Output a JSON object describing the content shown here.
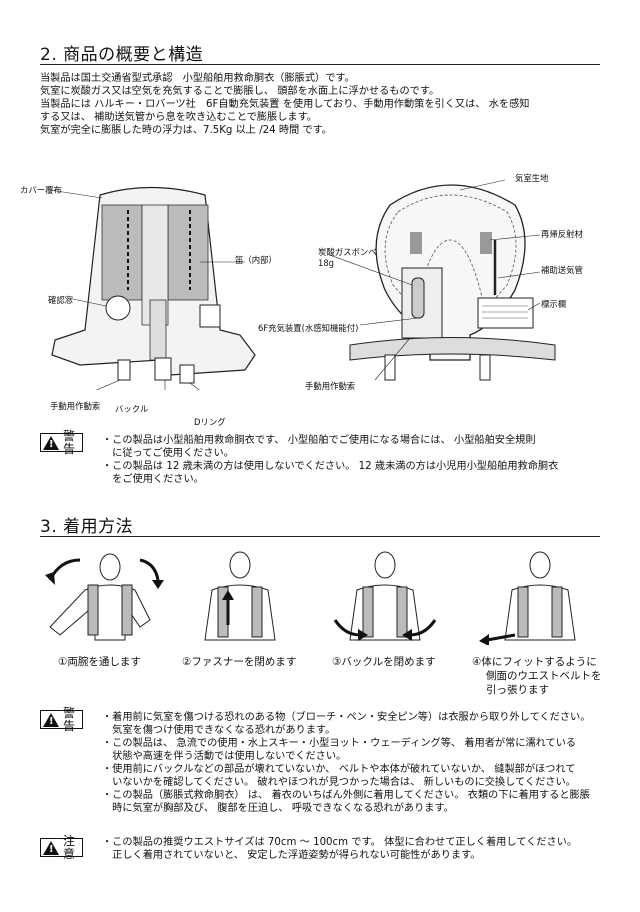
{
  "section2": {
    "title": "2. 商品の概要と構造",
    "intro": [
      "当製品は国土交通省型式承認　小型船舶用救命胴衣（膨脹式）です。",
      "気室に炭酸ガス又は空気を充気することで膨脹し、 頭部を水面上に浮かせるものです。",
      "当製品には ハルキー・ロバーツ社　6F自動充気装置 を使用しており、手動用作動策を引く又は、 水を感知",
      "する又は、 補助送気管から息を吹き込むことで膨脹します。",
      "気室が完全に膨脹した時の浮力は、7.5Kg 以上 /24 時間 です。"
    ],
    "labels": {
      "cover": "カバー覆布",
      "whistle": "笛（内部）",
      "window": "確認窓",
      "pull_left": "手動用作動索",
      "buckle": "バックル",
      "dring": "Dリング",
      "bladder": "気室生地",
      "reflector": "再帰反射材",
      "co2": "炭酸ガスボンベ",
      "co2_size": "18g",
      "oral": "補助送気管",
      "marking": "標示欄",
      "inflator": "6F充気装置(水感知機能付)",
      "pull_right": "手動用作動索"
    }
  },
  "warning1": {
    "badge": "警 告",
    "lines": [
      "・この製品は小型船舶用救命胴衣です、 小型船舶でご使用になる場合には、 小型船舶安全規則",
      "　に従ってご使用ください。",
      "・この製品は 12 歳未満の方は使用しないでください。 12 歳未満の方は小児用小型船舶用救命胴衣",
      "　をご使用ください。"
    ]
  },
  "section3": {
    "title": "3. 着用方法",
    "steps": [
      {
        "text": "①両腕を通します"
      },
      {
        "text": "②ファスナーを閉めます"
      },
      {
        "text": "③バックルを閉めます"
      },
      {
        "text": "④体にフィットするように",
        "line2": "側面のウエストベルトを",
        "line3": "引っ張ります"
      }
    ]
  },
  "warning2": {
    "badge": "警 告",
    "lines": [
      "・着用前に気室を傷つける恐れのある物（ブローチ・ペン・安全ピン等）は衣服から取り外してください。",
      "　気室を傷つけ使用できなくなる恐れがあります。",
      "・この製品は、 急流での使用・水上スキー・小型ヨット・ウェーディング等、 着用者が常に濡れている",
      "　状態や高速を伴う活動では使用しないでください。",
      "・使用前にバックルなどの部品が壊れていないか、 ベルトや本体が破れていないか、 縫製部がほつれて",
      "　いないかを確認してください。 破れやほつれが見つかった場合は、 新しいものに交換してください。",
      "・この製品（膨脹式救命胴衣） は、 着衣のいちばん外側に着用してください。 衣類の下に着用すると膨脹",
      "　時に気室が胸部及び、 腹部を圧迫し、 呼吸できなくなる恐れがあります。"
    ]
  },
  "caution": {
    "badge": "注 意",
    "lines": [
      "・この製品の推奨ウエストサイズは 70cm ～ 100cm です。 体型に合わせて正しく着用してください。",
      "　正しく着用されていないと、 安定した浮遊姿勢が得られない可能性があります。"
    ]
  }
}
